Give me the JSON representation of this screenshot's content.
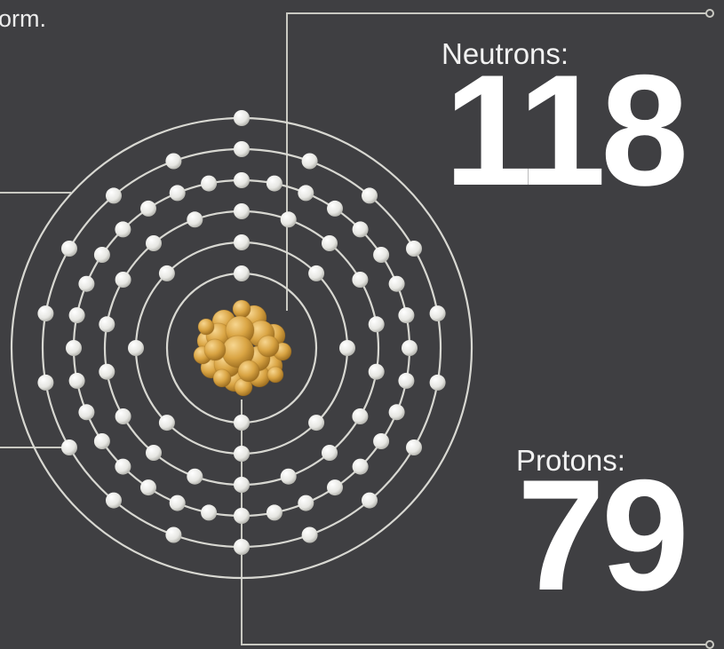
{
  "intro_text": "orm.",
  "neutrons": {
    "label": "Neutrons:",
    "value": "118"
  },
  "protons": {
    "label": "Protons:",
    "value": "79"
  },
  "atom": {
    "electron_shells": [
      2,
      8,
      18,
      32,
      18,
      1
    ],
    "nucleus_color": "#d9a443",
    "electron_color": "#e9e9e6",
    "orbit_color": "#d8d8d2"
  },
  "colors": {
    "background": "#3f3f42",
    "line": "#c9c9c2",
    "text": "#ffffff"
  }
}
